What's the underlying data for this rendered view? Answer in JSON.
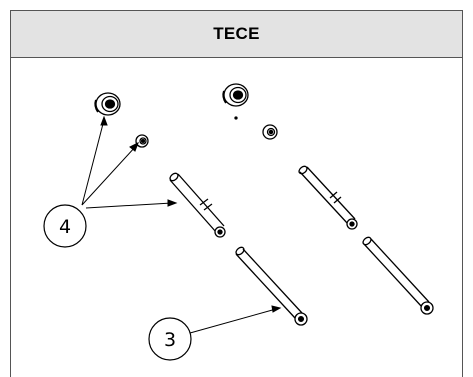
{
  "header": {
    "title": "TECE"
  },
  "callouts": [
    {
      "label": "4"
    },
    {
      "label": "3"
    }
  ],
  "colors": {
    "header_background": "#e3e3e3",
    "line": "#000000",
    "border": "#555555"
  }
}
